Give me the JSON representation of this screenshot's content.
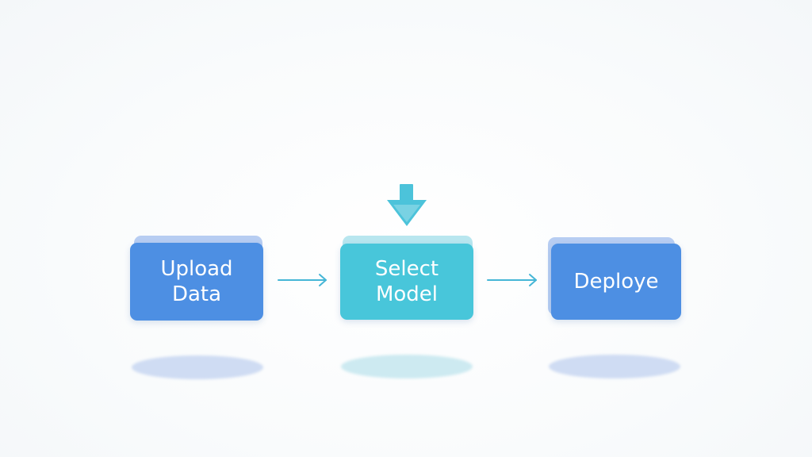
{
  "steps": [
    {
      "label": "Upload\nData",
      "color": "#4d8fe3",
      "back_color": "#b7cdf2",
      "shadow_color": "#cfdcf3"
    },
    {
      "label": "Select\nModel",
      "color": "#48c6da",
      "back_color": "#b8e6ef",
      "shadow_color": "#cdeaf1"
    },
    {
      "label": "Deploye",
      "color": "#4d8fe3",
      "back_color": "#b7cdf2",
      "shadow_color": "#cfdcf3"
    }
  ],
  "connector_color": "#45b6d6",
  "input_arrow_color": "#4cc3da"
}
